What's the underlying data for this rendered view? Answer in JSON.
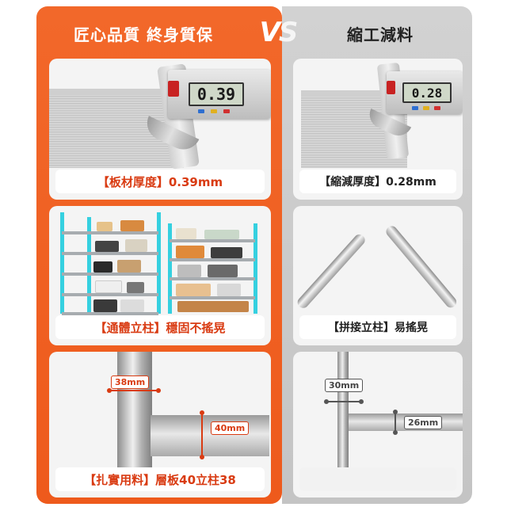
{
  "header": {
    "left_title": "匠心品質 終身質保",
    "vs_v": "V",
    "vs_s": "S",
    "right_title": "縮工減料"
  },
  "left": {
    "thickness": {
      "lcd": "0.39",
      "caption": "【板材厚度】0.39mm"
    },
    "post": {
      "caption": "【通體立柱】穩固不搖晃"
    },
    "tube": {
      "caption": "【扎實用料】層板40立柱38",
      "post_dim": "38mm",
      "board_dim": "40mm"
    }
  },
  "right": {
    "thickness": {
      "lcd": "0.28",
      "caption": "【縮減厚度】0.28mm"
    },
    "post": {
      "caption": "【拼接立柱】易搖晃"
    },
    "tube": {
      "post_dim": "30mm",
      "board_dim": "26mm"
    }
  },
  "colors": {
    "accent": "#ee5a1c",
    "highlight_post": "#35d0e0",
    "caption_red": "#d93b12",
    "gray_panel": "#c8c8c8"
  }
}
